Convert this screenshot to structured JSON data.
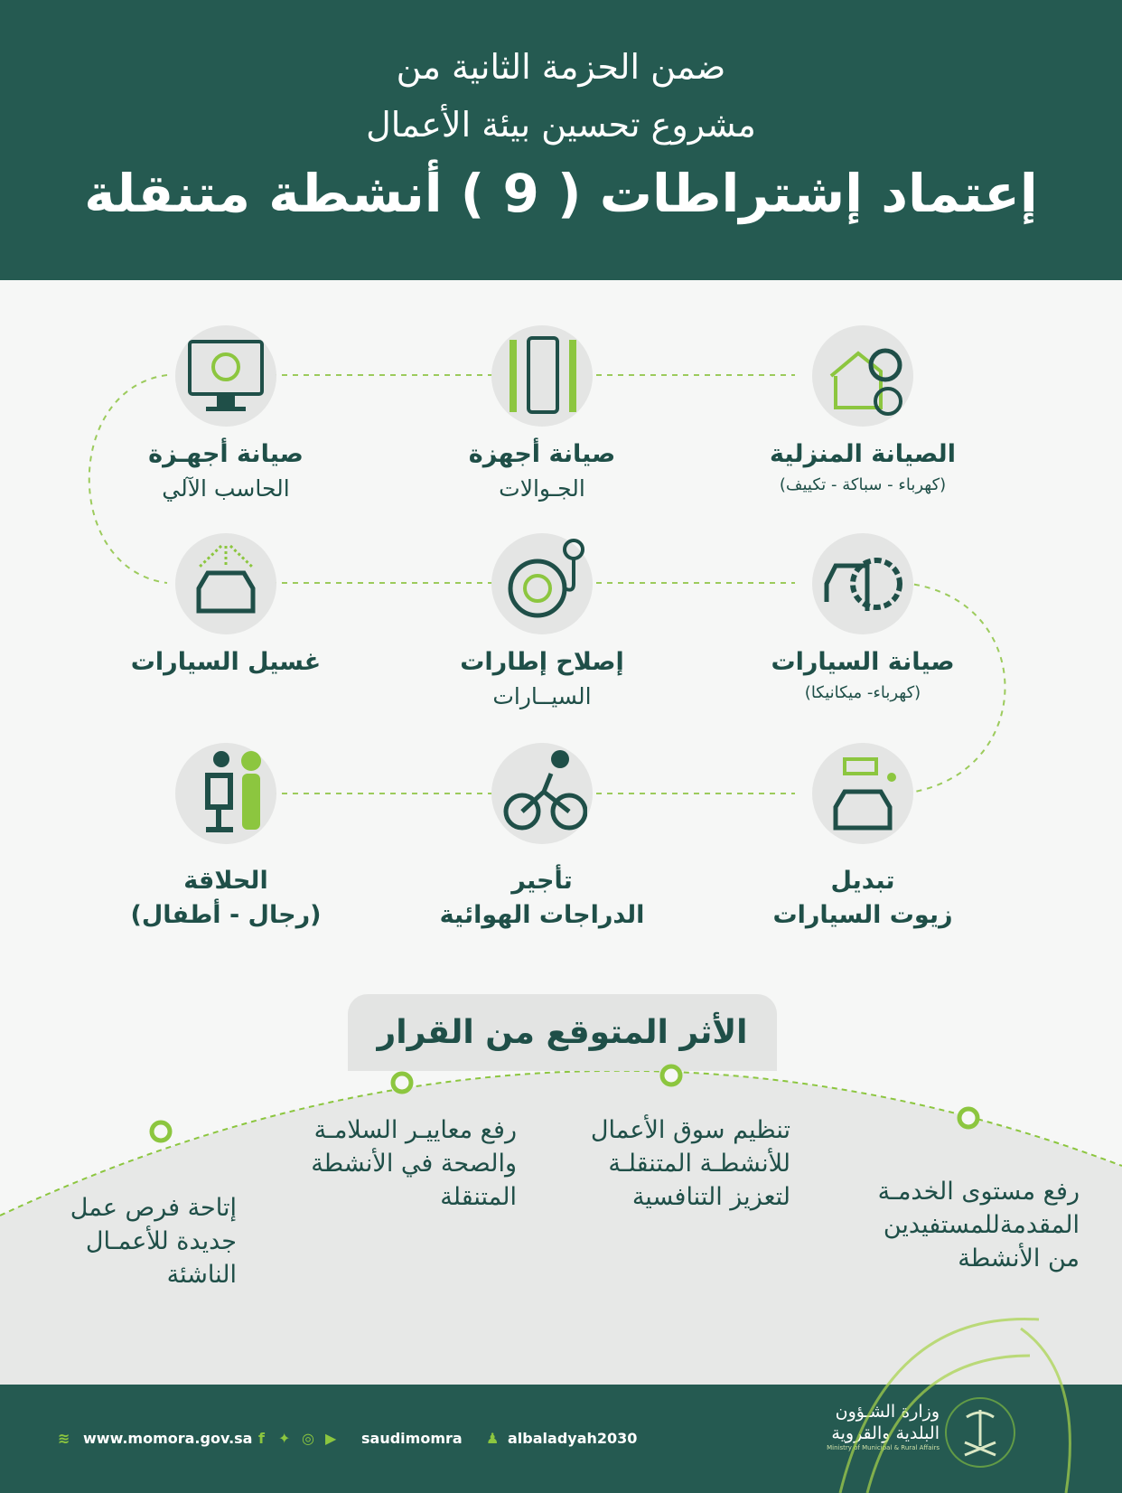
{
  "header": {
    "line1": "ضمن الحزمة الثانية من",
    "line2": "مشروع تحسين بيئة الأعمال",
    "title": "إعتماد إشتراطات ( 9 ) أنشطة متنقلة"
  },
  "activities": [
    {
      "icon": "home-maintenance-icon",
      "title": "الصيانة المنزلية",
      "subtitle": "(كهرباء - سباكة - تكييف)"
    },
    {
      "icon": "mobile-repair-icon",
      "title": "صيانة أجهزة",
      "subtitle": "الجـوالات"
    },
    {
      "icon": "computer-repair-icon",
      "title": "صيانة أجهـزة",
      "subtitle": "الحاسب الآلي"
    },
    {
      "icon": "car-maintenance-icon",
      "title": "صيانة السيارات",
      "subtitle": "(كهرباء- ميكانيكا)"
    },
    {
      "icon": "tire-repair-icon",
      "title": "إصلاح إطارات",
      "subtitle": "السيــارات"
    },
    {
      "icon": "car-wash-icon",
      "title": "غسيل السيارات",
      "subtitle": ""
    },
    {
      "icon": "oil-change-icon",
      "title": "تبديل",
      "subtitle": "زيوت السيارات"
    },
    {
      "icon": "bicycle-icon",
      "title": "تأجير",
      "subtitle": "الدراجات الهوائية"
    },
    {
      "icon": "barber-icon",
      "title": "الحلاقة",
      "subtitle": "(رجال - أطفال)"
    }
  ],
  "impact": {
    "title": "الأثر المتوقع من القرار",
    "items": [
      [
        "رفع مستوى الخدمـة",
        "المقدمةللمستفيدين",
        "من الأنشطة"
      ],
      [
        "تنظيم سوق الأعمال",
        "للأنشطـة المتنقلـة",
        "لتعزيز التنافسية"
      ],
      [
        "رفع معاييـر السلامـة",
        "والصحة في الأنشطة",
        "المتنقلة"
      ],
      [
        "إتاحة فرص عمل",
        "جديدة للأعمـال",
        "الناشئة"
      ]
    ]
  },
  "footer": {
    "website": "www.momora.gov.sa",
    "social": "saudimomra",
    "snapchat": "albaladyah2030",
    "ministry_ar_1": "وزارة الشـؤون",
    "ministry_ar_2": "البلدية والقروية",
    "ministry_en": "Ministry of Municipal & Rural Affairs"
  },
  "colors": {
    "primary": "#255a51",
    "accent": "#8cc63f"
  }
}
